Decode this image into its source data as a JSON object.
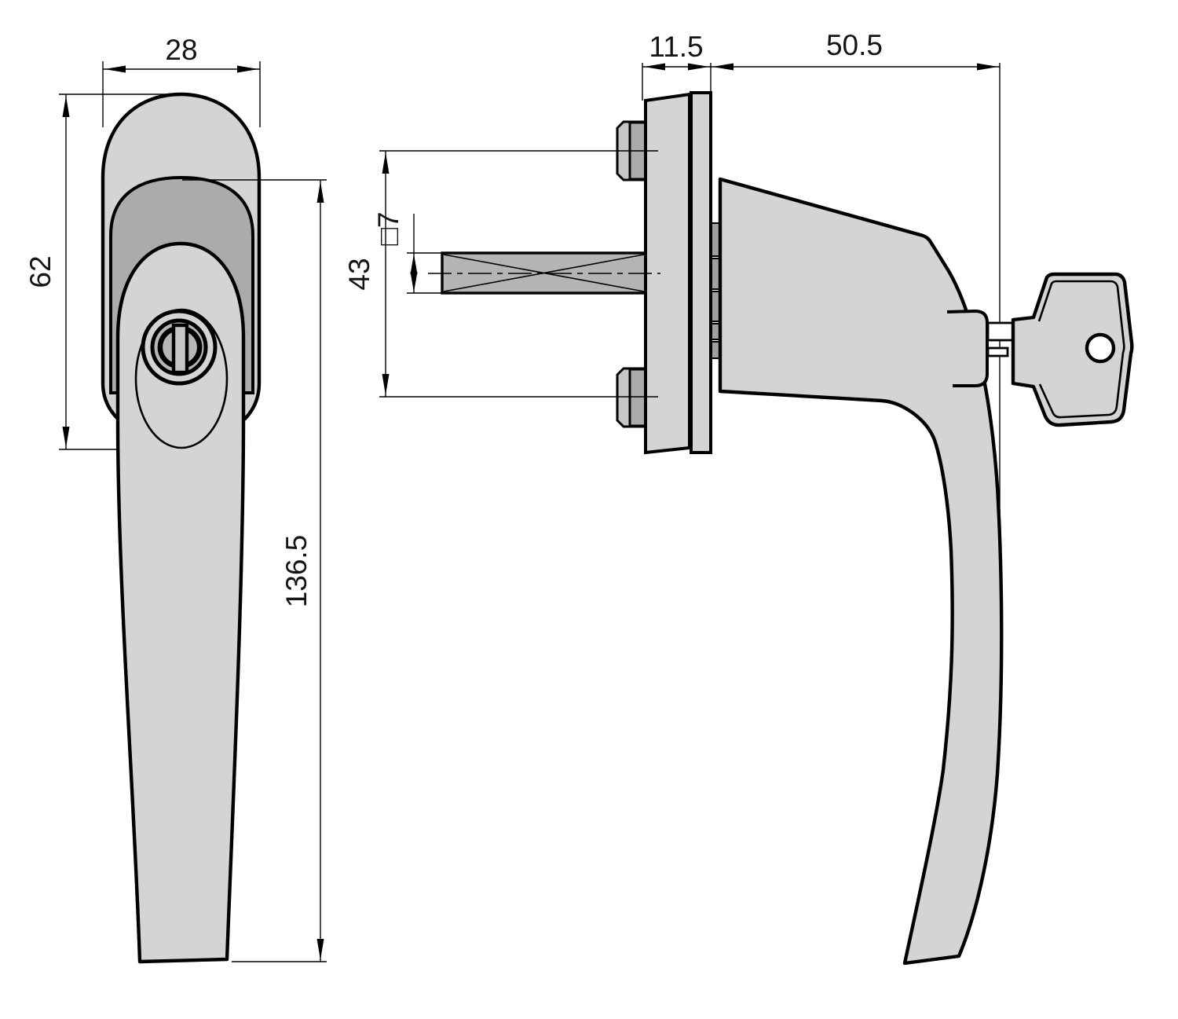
{
  "drawing": {
    "front_view": {
      "width_mm": "28",
      "rosette_height_mm": "62",
      "handle_length_mm": "136.5"
    },
    "side_view": {
      "plate_depth_mm": "11.5",
      "handle_depth_mm": "50.5",
      "screw_spacing_mm": "43",
      "spindle_size_mm": "□7"
    },
    "colors": {
      "outline": "#000000",
      "body_light_gray": "#d4d4d4",
      "shadow_gray": "#ababab",
      "spindle_gray": "#b4b4b4",
      "bolt_light": "#c6c6c6",
      "cylinder_core": "#b6b8b6",
      "background": "#ffffff"
    }
  }
}
